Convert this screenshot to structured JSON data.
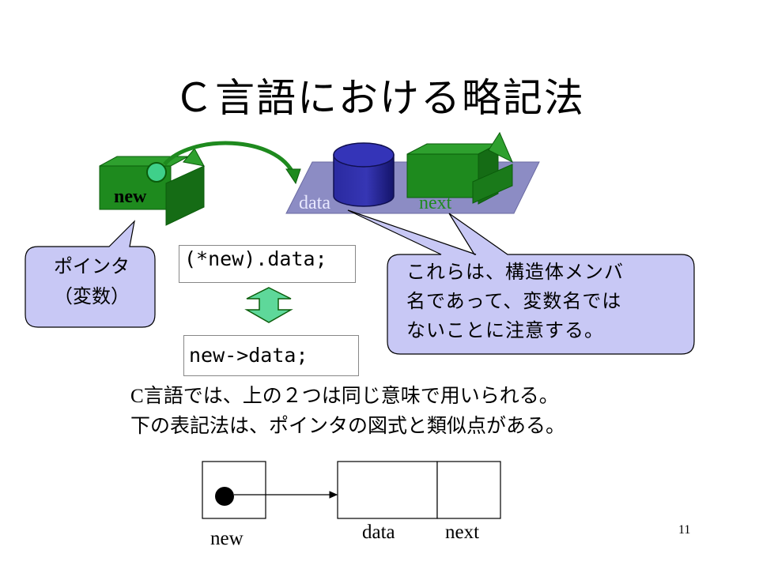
{
  "title": "Ｃ言語における略記法",
  "top_diagram": {
    "pointer_label": "new",
    "field_labels": [
      "data",
      "next"
    ]
  },
  "pointer_bubble": {
    "line1": "ポインタ",
    "line2": "（変数）"
  },
  "code": {
    "expr1": "(*new).data;",
    "expr2": "new->data;"
  },
  "note_bubble": {
    "line1": "これらは、構造体メンバ",
    "line2": "名であって、変数名では",
    "line3": "ないことに注意する。"
  },
  "body_text": {
    "line1_prefix": "C",
    "line1": "言語では、上の２つは同じ意味で用いられる。",
    "line2": "下の表記法は、ポインタの図式と類似点がある。"
  },
  "bottom_diagram": {
    "pointer_label": "new",
    "field_labels": [
      "data",
      "next"
    ]
  },
  "page_number": "11",
  "colors": {
    "green_box": "#1e8a1e",
    "green_dark": "#0b5d0b",
    "node_base": "#8c8cc4",
    "cylinder": "#202090",
    "bubble_fill": "#c8c8f5",
    "pointer_dot": "#3fd08a",
    "arrow_fill": "#5ed89a"
  }
}
